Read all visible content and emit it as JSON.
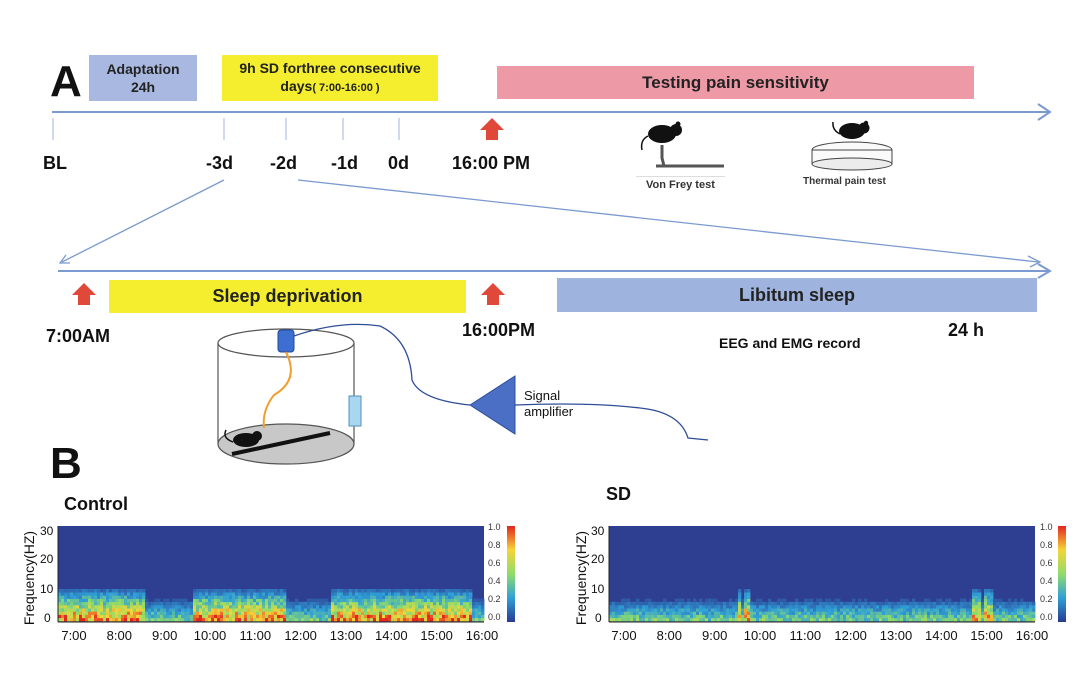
{
  "panelA": {
    "letter": "A",
    "adaptation_line1": "Adaptation",
    "adaptation_line2": "24h",
    "sd_line1": "9h SD forthree consecutive",
    "sd_line2": "days",
    "sd_time": "( 7:00-16:00  )",
    "testing": "Testing pain sensitivity",
    "ticks": [
      "BL",
      "-3d",
      "-2d",
      "-1d",
      "0d",
      "16:00 PM"
    ],
    "von_frey": "Von Frey test",
    "thermal": "Thermal pain test",
    "sleep_deprivation": "Sleep deprivation",
    "libitum": "Libitum sleep",
    "time_start": "7:00AM",
    "time_mid": "16:00PM",
    "time_end": "24 h",
    "eeg": "EEG and EMG record",
    "signal": "Signal",
    "amplifier": "amplifier"
  },
  "panelB": {
    "letter": "B",
    "left_title": "Control",
    "right_title": "SD",
    "ylabel": "Frequency(HZ)",
    "yticks": [
      "30",
      "20",
      "10",
      "0"
    ],
    "xticks": [
      "7:00",
      "8:00",
      "9:00",
      "10:00",
      "11:00",
      "12:00",
      "13:00",
      "14:00",
      "15:00",
      "16:00"
    ],
    "cbar_ticks": [
      "1.0",
      "0.8",
      "0.6",
      "0.4",
      "0.2",
      "0.0"
    ]
  },
  "colors": {
    "adaptation": "#a8b8e0",
    "sd_yellow": "#f4ee2e",
    "testing": "#ee9aa6",
    "libitum": "#9fb3df",
    "axis_blue": "#7a9ad0",
    "red_arrow": "#e0483a",
    "spectro_bg": "#2e3f92"
  }
}
